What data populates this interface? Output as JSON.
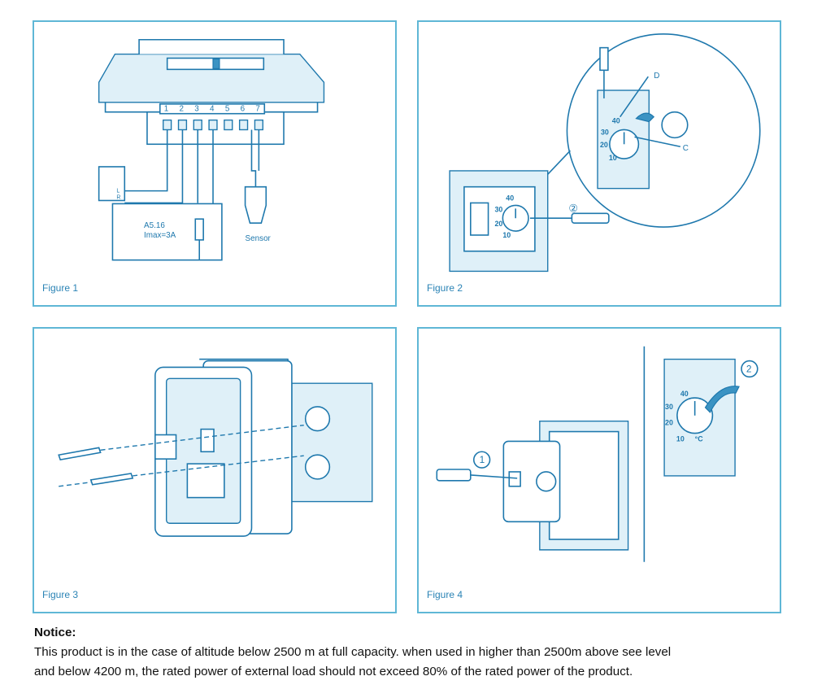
{
  "figures": {
    "fig1": {
      "caption": "Figure 1",
      "terminals": [
        "1",
        "2",
        "3",
        "4",
        "5",
        "6",
        "7"
      ],
      "relay_label_1": "A5.16",
      "relay_label_2": "Imax=3A",
      "sensor_label": "Sensor",
      "lr_l": "L",
      "lr_r": "R"
    },
    "fig2": {
      "caption": "Figure 2",
      "dial_40": "40",
      "dial_30": "30",
      "dial_20": "20",
      "dial_10": "10",
      "callout_d": "D",
      "callout_c": "C",
      "step_2": "②"
    },
    "fig3": {
      "caption": "Figure 3"
    },
    "fig4": {
      "caption": "Figure 4",
      "step_1": "1",
      "step_2": "2",
      "dial_40": "40",
      "dial_30": "30",
      "dial_20": "20",
      "dial_10": "10",
      "unit": "°C"
    }
  },
  "notice": {
    "title": "Notice:",
    "line1": "This product is in the case of altitude below 2500 m at full capacity. when used in higher than 2500m above see level",
    "line2": "and below 4200 m, the rated power of external load should not exceed 80% of the rated power of the product."
  }
}
